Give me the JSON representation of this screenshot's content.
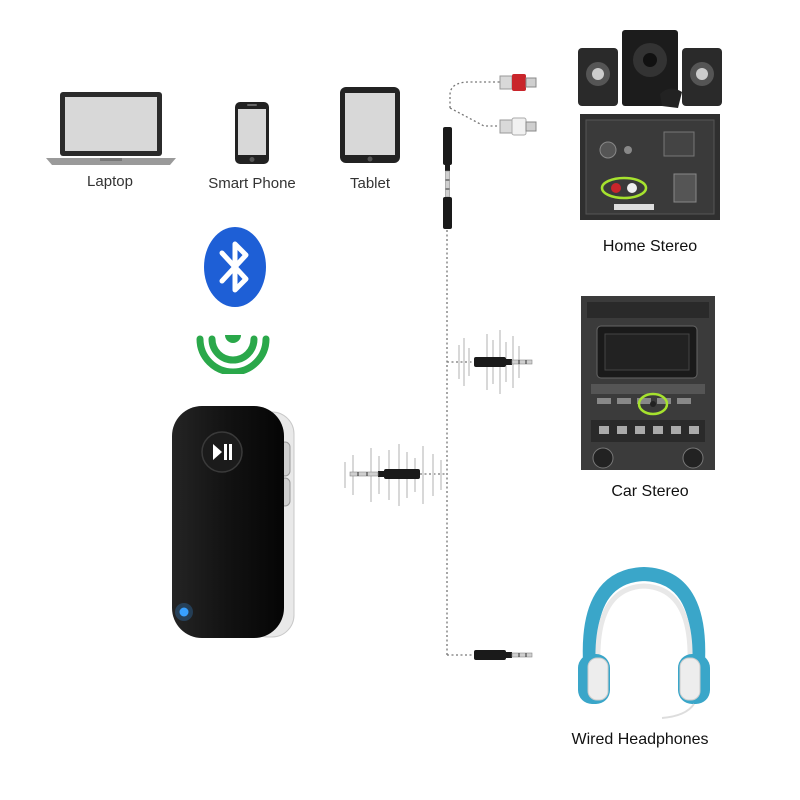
{
  "sources": {
    "laptop_label": "Laptop",
    "phone_label": "Smart Phone",
    "tablet_label": "Tablet"
  },
  "outputs": {
    "home_stereo_label": "Home Stereo",
    "car_stereo_label": "Car Stereo",
    "headphones_label": "Wired Headphones"
  },
  "colors": {
    "bluetooth_blue": "#1e5fd6",
    "wave_green": "#2aa84a",
    "device_black": "#141414",
    "headphone_blue": "#3aa6c9"
  },
  "icons": [
    "laptop-icon",
    "smartphone-icon",
    "tablet-icon",
    "bluetooth-icon",
    "signal-waves-icon",
    "play-pause-icon"
  ]
}
